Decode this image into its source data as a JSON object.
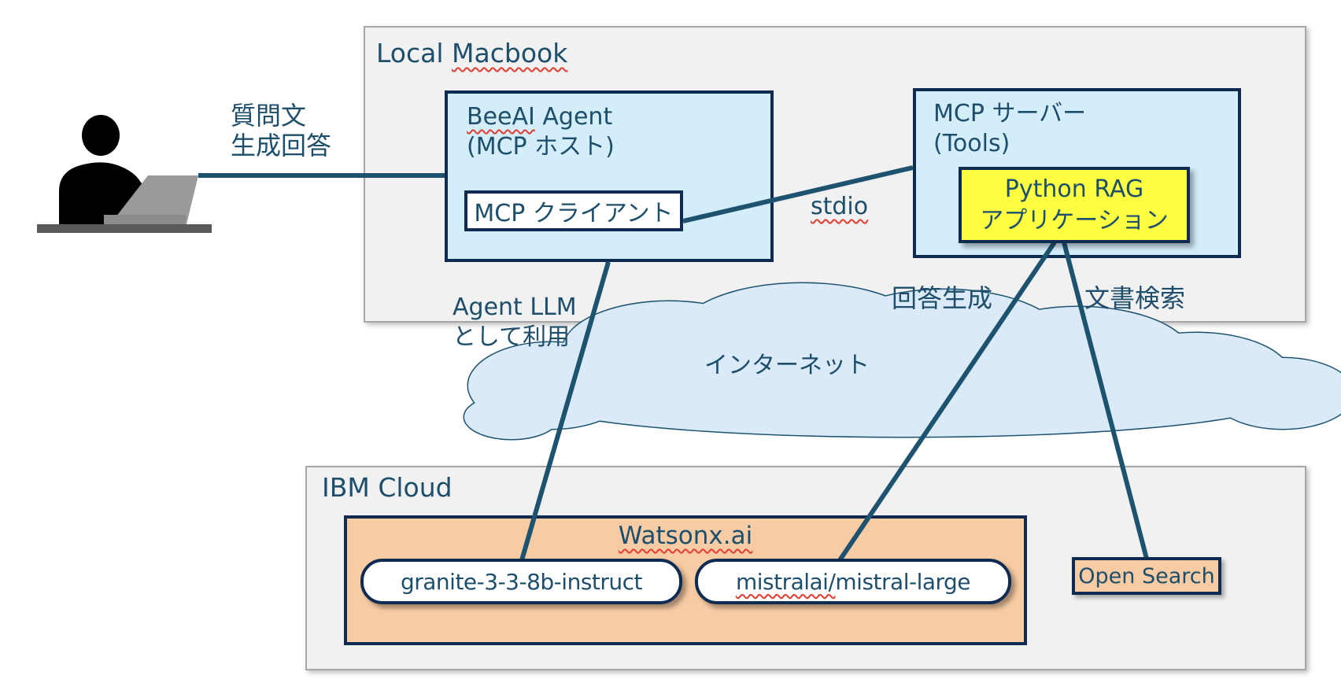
{
  "diagram": {
    "actor": {
      "label_line1": "質問文",
      "label_line2": "生成回答"
    },
    "local_macbook": {
      "title_plain": "Local ",
      "title_misspelled": "Macbook"
    },
    "beeai_agent": {
      "title_misspelled": "BeeAI",
      "title_plain": " Agent",
      "subtitle": "(MCP ホスト)",
      "mcp_client_label": "MCP クライアント"
    },
    "mcp_server": {
      "title": "MCP サーバー",
      "subtitle": "(Tools)",
      "python_rag_line1": "Python RAG",
      "python_rag_line2": "アプリケーション"
    },
    "edge_labels": {
      "stdio": "stdio",
      "agent_llm_line1": "Agent LLM",
      "agent_llm_line2": "として利用",
      "answer_generation": "回答生成",
      "document_search": "文書検索"
    },
    "internet_cloud": {
      "label": "インターネット"
    },
    "ibm_cloud": {
      "title": "IBM Cloud",
      "watsonx": {
        "title": "Watsonx.ai",
        "model_granite": "granite-3-3-8b-instruct",
        "model_mistral_misspelled": "mistralai/",
        "model_mistral_plain": "mistral-large"
      },
      "open_search_label": "Open Search"
    },
    "colors": {
      "text_navy": "#1d4e6b",
      "box_border_navy": "#0f2b52",
      "light_blue_fill": "#d4edfb",
      "cloud_fill": "#dbeaf8",
      "yellow_fill": "#ffff42",
      "orange_fill": "#f7cba3",
      "container_fill": "#f1f1f1",
      "container_border": "#a7a7a7",
      "connector_line": "#1e5370",
      "spellcheck_red": "#e43d30"
    }
  }
}
